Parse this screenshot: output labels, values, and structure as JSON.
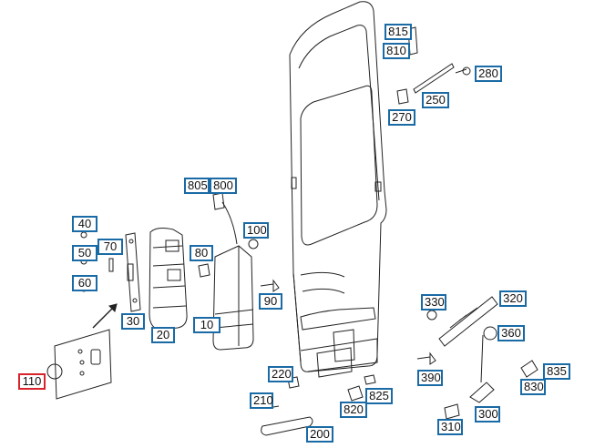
{
  "colors": {
    "label_border": "#1a6aa5",
    "selected_border": "#d8232a",
    "line": "#222222"
  },
  "parts": {
    "p815": "815",
    "p810": "810",
    "p280": "280",
    "p250": "250",
    "p270": "270",
    "p805": "805",
    "p800": "800",
    "p100": "100",
    "p40": "40",
    "p50": "50",
    "p70": "70",
    "p60": "60",
    "p80": "80",
    "p90": "90",
    "p30": "30",
    "p20": "20",
    "p10": "10",
    "p330": "330",
    "p320": "320",
    "p360": "360",
    "p390": "390",
    "p835": "835",
    "p830": "830",
    "p220": "220",
    "p825": "825",
    "p210": "210",
    "p820": "820",
    "p110": "110",
    "p310": "310",
    "p300": "300",
    "p200": "200"
  },
  "selected_part": "110"
}
